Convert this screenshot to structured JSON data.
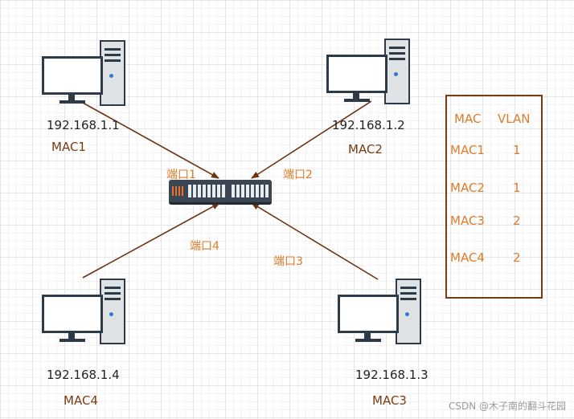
{
  "hosts": {
    "pc1": {
      "ip": "192.168.1.1",
      "mac": "MAC1"
    },
    "pc2": {
      "ip": "192.168.1.2",
      "mac": "MAC2"
    },
    "pc3": {
      "ip": "192.168.1.3",
      "mac": "MAC3"
    },
    "pc4": {
      "ip": "192.168.1.4",
      "mac": "MAC4"
    }
  },
  "ports": {
    "p1": "端口1",
    "p2": "端口2",
    "p3": "端口3",
    "p4": "端口4"
  },
  "table": {
    "headers": [
      "MAC",
      "VLAN"
    ],
    "rows": [
      [
        "MAC1",
        "1"
      ],
      [
        "MAC2",
        "1"
      ],
      [
        "MAC3",
        "2"
      ],
      [
        "MAC4",
        "2"
      ]
    ]
  },
  "watermark": "CSDN @木子南的翻斗花园",
  "colors": {
    "link": "#6b3310",
    "port_label": "#e07b28",
    "device_dark": "#2d3a48",
    "table_border": "#7a3b12"
  }
}
